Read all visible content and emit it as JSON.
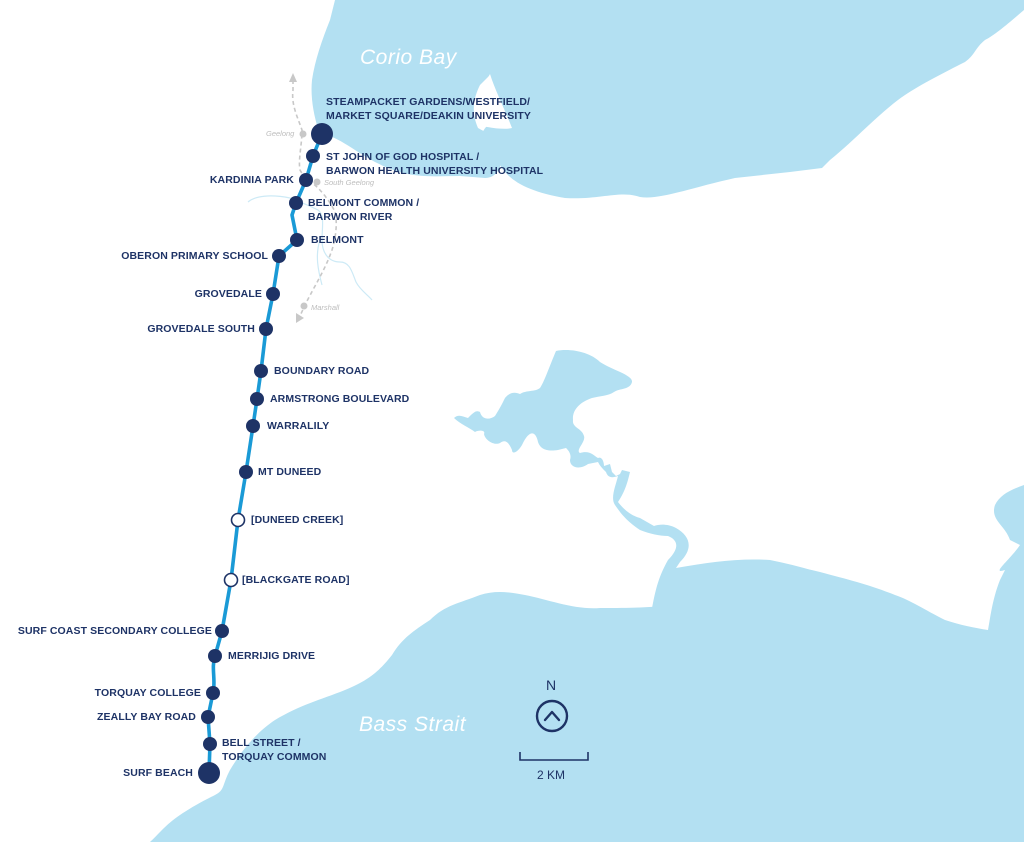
{
  "colors": {
    "water": "#b3e0f2",
    "land": "#ffffff",
    "route": "#1a9ad6",
    "station": "#1e3366",
    "rail": "#c8c8c8",
    "river": "#cdeaf6",
    "water_label": "#ffffff"
  },
  "water_bodies": {
    "corio_bay": "Corio Bay",
    "bass_strait": "Bass Strait"
  },
  "rail_stations": [
    {
      "name": "Geelong"
    },
    {
      "name": "South Geelong"
    },
    {
      "name": "Marshall"
    }
  ],
  "stations": [
    {
      "name": "STEAMPACKET GARDENS/WESTFIELD/",
      "name2": "MARKET SQUARE/DEAKIN UNIVERSITY",
      "type": "terminus"
    },
    {
      "name": "ST JOHN OF GOD HOSPITAL /",
      "name2": "BARWON HEALTH UNIVERSITY HOSPITAL",
      "type": "stop"
    },
    {
      "name": "KARDINIA PARK",
      "type": "stop"
    },
    {
      "name": "BELMONT COMMON /",
      "name2": "BARWON RIVER",
      "type": "stop"
    },
    {
      "name": "BELMONT",
      "type": "stop"
    },
    {
      "name": "OBERON PRIMARY SCHOOL",
      "type": "stop"
    },
    {
      "name": "GROVEDALE",
      "type": "stop"
    },
    {
      "name": "GROVEDALE SOUTH",
      "type": "stop"
    },
    {
      "name": "BOUNDARY ROAD",
      "type": "stop"
    },
    {
      "name": "ARMSTRONG BOULEVARD",
      "type": "stop"
    },
    {
      "name": "WARRALILY",
      "type": "stop"
    },
    {
      "name": "MT DUNEED",
      "type": "stop"
    },
    {
      "name": "[DUNEED CREEK]",
      "type": "future"
    },
    {
      "name": "[BLACKGATE ROAD]",
      "type": "future"
    },
    {
      "name": "SURF COAST SECONDARY COLLEGE",
      "type": "stop"
    },
    {
      "name": "MERRIJIG DRIVE",
      "type": "stop"
    },
    {
      "name": "TORQUAY COLLEGE",
      "type": "stop"
    },
    {
      "name": "ZEALLY BAY ROAD",
      "type": "stop"
    },
    {
      "name": "BELL STREET /",
      "name2": "TORQUAY COMMON",
      "type": "stop"
    },
    {
      "name": "SURF BEACH",
      "type": "terminus"
    }
  ],
  "compass": {
    "label": "N"
  },
  "scale": {
    "label": "2 KM"
  }
}
